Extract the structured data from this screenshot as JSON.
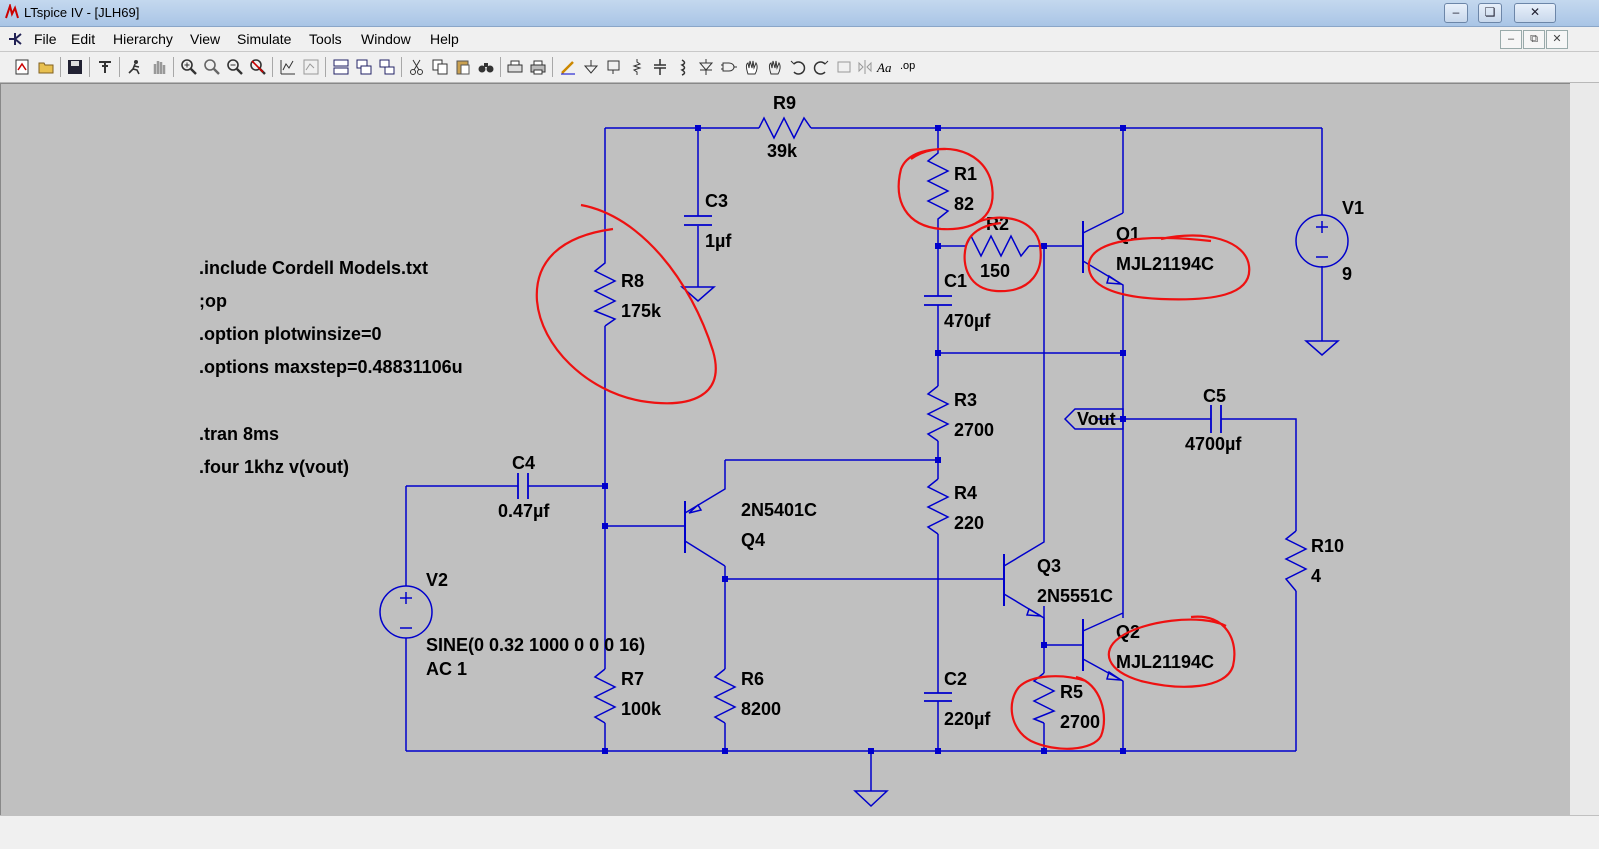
{
  "window": {
    "title": "LTspice IV - [JLH69]"
  },
  "menu": [
    "File",
    "Edit",
    "Hierarchy",
    "View",
    "Simulate",
    "Tools",
    "Window",
    "Help"
  ],
  "directives": [
    ".include Cordell Models.txt",
    ";op",
    ".option plotwinsize=0",
    ".options maxstep=0.48831106u",
    ".tran 8ms",
    ".four 1khz v(vout)"
  ],
  "components": {
    "R9": {
      "name": "R9",
      "value": "39k"
    },
    "R1": {
      "name": "R1",
      "value": "82"
    },
    "R2": {
      "name": "R2",
      "value": "150"
    },
    "R8": {
      "name": "R8",
      "value": "175k"
    },
    "R3": {
      "name": "R3",
      "value": "2700"
    },
    "R4": {
      "name": "R4",
      "value": "220"
    },
    "R5": {
      "name": "R5",
      "value": "2700"
    },
    "R6": {
      "name": "R6",
      "value": "8200"
    },
    "R7": {
      "name": "R7",
      "value": "100k"
    },
    "R10": {
      "name": "R10",
      "value": "4"
    },
    "C1": {
      "name": "C1",
      "value": "470µf"
    },
    "C2": {
      "name": "C2",
      "value": "220µf"
    },
    "C3": {
      "name": "C3",
      "value": "1µf"
    },
    "C4": {
      "name": "C4",
      "value": "0.47µf"
    },
    "C5": {
      "name": "C5",
      "value": "4700µf"
    },
    "Q1": {
      "name": "Q1",
      "value": "MJL21194C"
    },
    "Q2": {
      "name": "Q2",
      "value": "MJL21194C"
    },
    "Q3": {
      "name": "Q3",
      "value": "2N5551C"
    },
    "Q4": {
      "name": "Q4",
      "value": "2N5401C"
    },
    "V1": {
      "name": "V1",
      "value": "9"
    },
    "V2": {
      "name": "V2",
      "value": "SINE(0 0.32 1000 0 0 0 16)",
      "value2": "AC 1"
    }
  },
  "net_label": "Vout",
  "colors": {
    "wire": "#0000cc",
    "annotation": "#ee1111",
    "canvas": "#c0c0c0"
  },
  "icons": [
    "new-schematic-icon",
    "open-icon",
    "save-icon",
    "control-panel-icon",
    "run-icon",
    "halt-icon",
    "zoom-in-icon",
    "zoom-out-icon",
    "zoom-fit-icon",
    "zoom-cancel-icon",
    "autorange-icon",
    "cut-icon",
    "copy-icon",
    "paste-icon",
    "find-icon",
    "print-icon",
    "wire-icon",
    "ground-icon",
    "label-icon",
    "resistor-icon",
    "capacitor-icon",
    "inductor-icon",
    "diode-icon",
    "component-icon",
    "move-icon",
    "drag-icon",
    "undo-icon",
    "redo-icon",
    "rotate-icon",
    "mirror-icon",
    "text-icon",
    "spice-directive-icon"
  ]
}
